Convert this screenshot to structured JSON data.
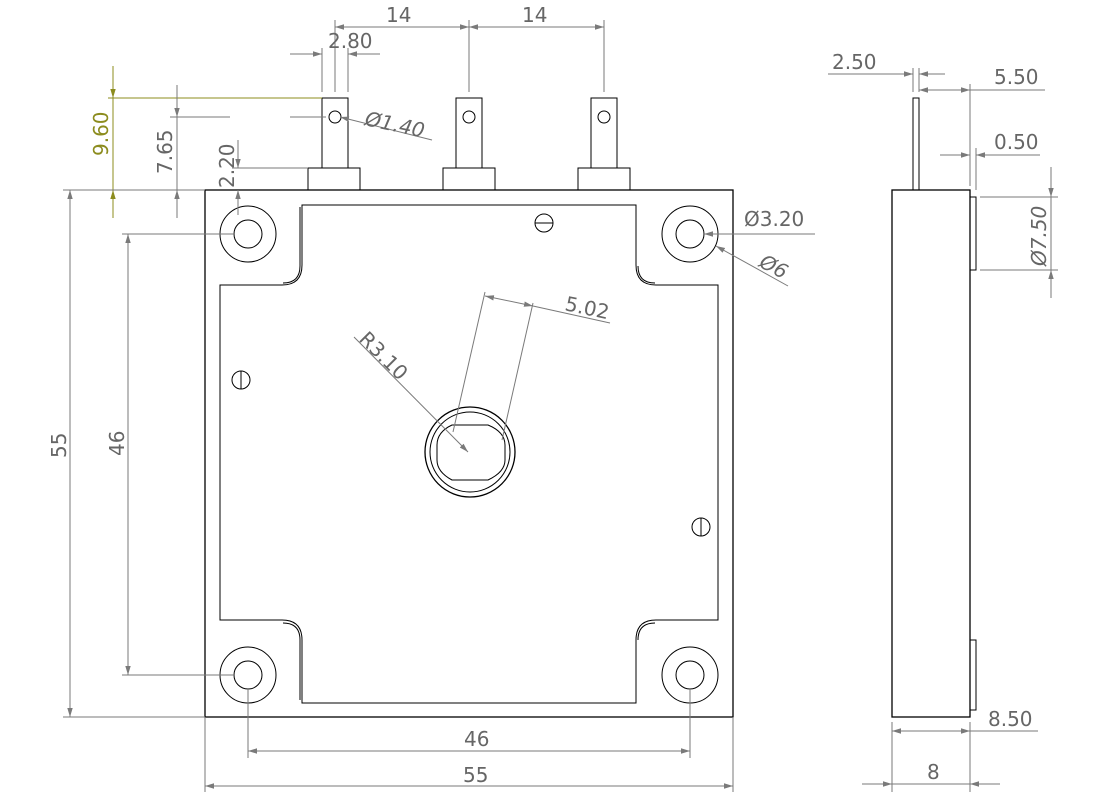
{
  "front_view": {
    "dims": {
      "pin_spacing_left": "14",
      "pin_spacing_right": "14",
      "pin_width": "2.80",
      "pin_hole": "1.40",
      "overall_pin_height": "9.60",
      "hole_height": "7.65",
      "pin_base_height": "2.20",
      "mount_hole_inner": "3.20",
      "mount_hole_outer": "6",
      "shaft_flat": "5.02",
      "shaft_radius": "R3.10",
      "body_height": "55",
      "hole_spacing_vertical": "46",
      "hole_spacing_horizontal": "46",
      "body_width": "55"
    },
    "diameter_symbol": "Ø"
  },
  "side_view": {
    "dims": {
      "pin_thickness": "2.50",
      "pin_offset": "5.50",
      "pin_gap": "0.50",
      "boss_diameter": "7.50",
      "boss_depth": "8.50",
      "body_thickness": "8"
    }
  },
  "colors": {
    "outline": "#000000",
    "dimension": "#7a7a7a",
    "highlight": "#8c8c1e"
  }
}
